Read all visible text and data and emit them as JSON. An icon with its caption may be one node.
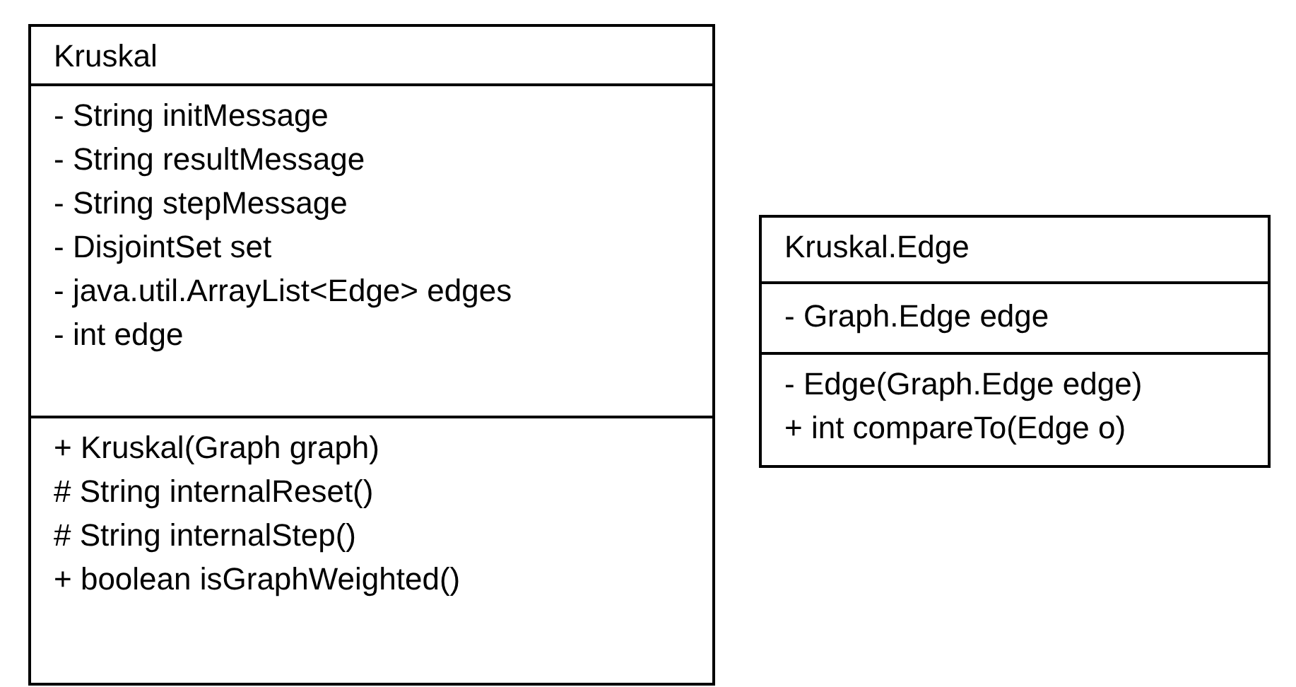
{
  "diagram": {
    "nodes": [
      {
        "text": [
          "Kruskal"
        ]
      },
      {
        "text": [
          "- String initMessage",
          "- String resultMessage",
          "- String stepMessage",
          "- DisjointSet set",
          "- java.util.ArrayList<Edge> edges",
          "- int edge"
        ],
        "in": 0
      },
      {
        "text": [
          "+ Kruskal(Graph graph)",
          "# String internalReset()",
          "# String internalStep()",
          "+ boolean isGraphWeighted()"
        ],
        "in": 0
      },
      {
        "text": [
          "Kruskal.Edge"
        ]
      },
      {
        "text": [
          "- Graph.Edge edge"
        ],
        "in": 3
      },
      {
        "text": [
          "- Edge(Graph.Edge edge)",
          "+ int compareTo(Edge o)"
        ],
        "in": 3
      }
    ]
  }
}
